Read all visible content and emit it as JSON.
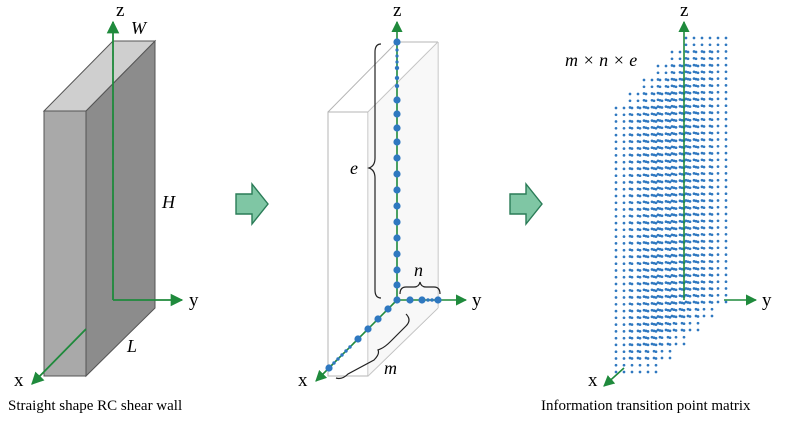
{
  "axes": {
    "x": "x",
    "y": "y",
    "z": "z"
  },
  "panel1": {
    "caption": "Straight shape RC shear wall",
    "dims": {
      "W": "W",
      "H": "H",
      "L": "L"
    }
  },
  "panel2": {
    "labels": {
      "e": "e",
      "n": "n",
      "m": "m"
    }
  },
  "panel3": {
    "caption": "Information transition point matrix",
    "formula": "m × n × e"
  },
  "colors": {
    "axis": "#1f8a3c",
    "point": "#2f78c0",
    "arrow_fill": "#7fc6a4",
    "arrow_stroke": "#2a7c57",
    "wall_front": "#a9a9a9",
    "wall_side": "#8c8c8c",
    "wall_top": "#cfcfcf"
  }
}
